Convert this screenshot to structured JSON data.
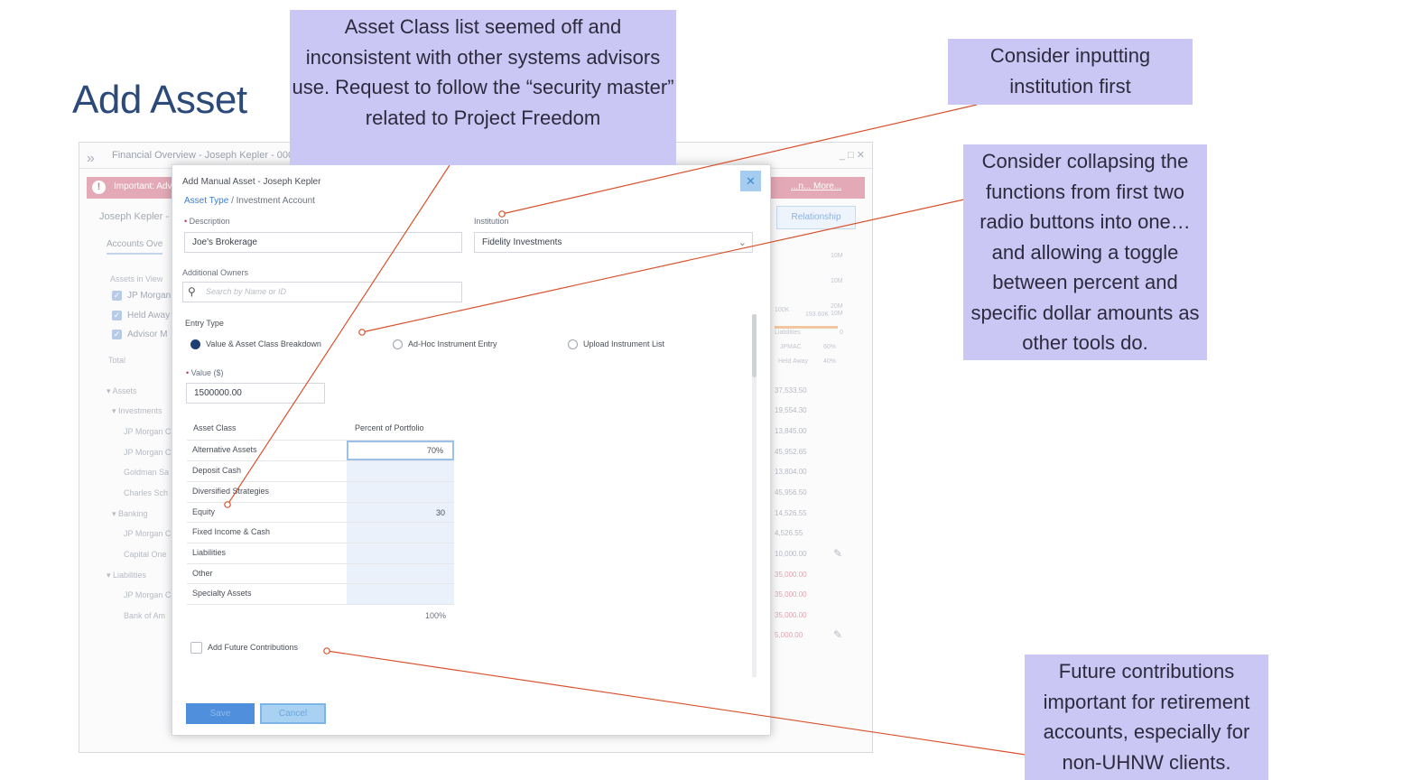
{
  "slide": {
    "title": "Add Asset"
  },
  "background_app": {
    "window_title": "Financial Overview - Joseph Kepler - 00000",
    "window_controls": "_ □ ✕",
    "alert_text": "Important: Advi",
    "alert_more": "...n... More...",
    "client_name": "Joseph Kepler -",
    "relationship_tab": "Relationship",
    "accounts_tab": "Accounts Ove",
    "assets_in_view_label": "Assets in View",
    "checkboxes": [
      "JP Morgan",
      "Held Away",
      "Advisor M"
    ],
    "total_label": "Total",
    "rows": [
      {
        "label": "▾ Assets",
        "value": "37,533.50"
      },
      {
        "label": "▾ Investments",
        "value": "19,554.30"
      },
      {
        "label": "JP Morgan C",
        "value": "13,845.00"
      },
      {
        "label": "JP Morgan C",
        "value": "45,952.65"
      },
      {
        "label": "Goldman Sa",
        "value": "13,804.00"
      },
      {
        "label": "Charles Sch",
        "value": "45,956.50"
      },
      {
        "label": "▾ Banking",
        "value": "14,526.55"
      },
      {
        "label": "JP Morgan C",
        "value": "4,526.55"
      },
      {
        "label": "Capital One",
        "value": "10,000.00"
      },
      {
        "label": "▾ Liabilities",
        "value": "35,000.00"
      },
      {
        "label": "JP Morgan C",
        "value": "35,000.00"
      },
      {
        "label": "Bank of Am",
        "value": "35,000.00"
      },
      {
        "label": "",
        "value": "5,000.00"
      }
    ],
    "right_small": [
      "10M",
      "10M",
      "20M",
      "10M",
      "100K",
      "193.60K",
      "Liabilities",
      "0",
      "JPMAC",
      "60%",
      "Held Away",
      "40%"
    ]
  },
  "modal": {
    "title": "Add Manual Asset - Joseph Kepler",
    "close_glyph": "✕",
    "breadcrumb": {
      "link": "Asset Type",
      "separator": "/",
      "current": "Investment Account"
    },
    "description_label": "Description",
    "description_value": "Joe's Brokerage",
    "institution_label": "Institution",
    "institution_value": "Fidelity Investments",
    "additional_owners_label": "Additional Owners",
    "search_placeholder": "Search by Name or ID",
    "entry_type_label": "Entry Type",
    "entry_options": [
      {
        "label": "Value & Asset Class Breakdown",
        "selected": true
      },
      {
        "label": "Ad-Hoc Instrument Entry",
        "selected": false
      },
      {
        "label": "Upload Instrument List",
        "selected": false
      }
    ],
    "value_label": "Value ($)",
    "value": "1500000.00",
    "table": {
      "col_asset_class": "Asset Class",
      "col_percent": "Percent of Portfolio",
      "rows": [
        {
          "asset_class": "Alternative Assets",
          "percent": "70%"
        },
        {
          "asset_class": "Deposit Cash",
          "percent": ""
        },
        {
          "asset_class": "Diversified Strategies",
          "percent": ""
        },
        {
          "asset_class": "Equity",
          "percent": "30"
        },
        {
          "asset_class": "Fixed Income & Cash",
          "percent": ""
        },
        {
          "asset_class": "Liabilities",
          "percent": ""
        },
        {
          "asset_class": "Other",
          "percent": ""
        },
        {
          "asset_class": "Specialty Assets",
          "percent": ""
        }
      ],
      "total": "100%"
    },
    "future_contributions_label": "Add Future Contributions",
    "save_label": "Save",
    "cancel_label": "Cancel"
  },
  "callouts": {
    "asset_class": "Asset Class list seemed off and inconsistent with other systems advisors use.  Request to follow the “security master” related to Project Freedom",
    "institution": "Consider inputting institution first",
    "radio": "Consider collapsing the functions from first two radio buttons into one… and allowing a toggle between percent and specific dollar amounts as other tools do.",
    "future": "Future contributions important for retirement accounts, especially for non-UHNW clients."
  },
  "colors": {
    "callout_bg": "#cbc7f5",
    "connector": "#d9512c",
    "title": "#2c4a79",
    "primary": "#4f8fdc"
  }
}
